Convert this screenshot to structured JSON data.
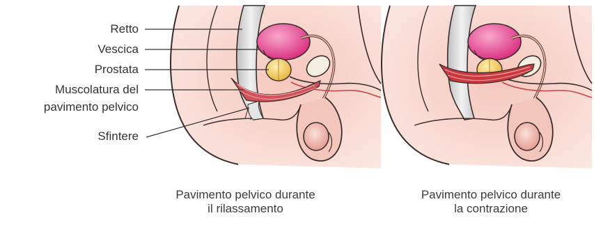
{
  "labels": {
    "retto": "Retto",
    "vescica": "Vescica",
    "prostata": "Prostata",
    "muscolatura_line1": "Muscolatura del",
    "muscolatura_line2": "pavimento pelvico",
    "sfintere": "Sfintere"
  },
  "captions": {
    "left_line1": "Pavimento pelvico durante",
    "left_line2": "il rilassamento",
    "right_line1": "Pavimento pelvico durante",
    "right_line2": "la contrazione"
  },
  "colors": {
    "tissue": "#f7d4cc",
    "tissue_dark": "#eab1a6",
    "outline": "#3a2c2c",
    "bladder": "#e23c86",
    "prostate": "#f0c447",
    "muscle": "#c9434a",
    "rectum": "#d4d4d4",
    "bone": "#f5efe2",
    "testis": "#e8a29a"
  }
}
